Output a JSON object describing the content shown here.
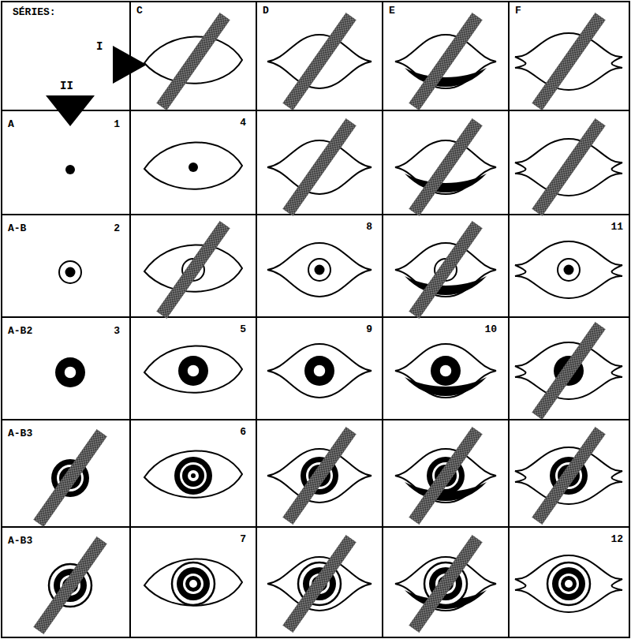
{
  "diagram": {
    "labels": [
      "SÉRIES:",
      "I",
      "II",
      "C",
      "D",
      "E",
      "F",
      "A",
      "1",
      "4",
      "A-B",
      "2",
      "8",
      "11",
      "A-B2",
      "3",
      "5",
      "9",
      "10",
      "A-B3",
      "6",
      "A-B3",
      "7",
      "12"
    ]
  }
}
